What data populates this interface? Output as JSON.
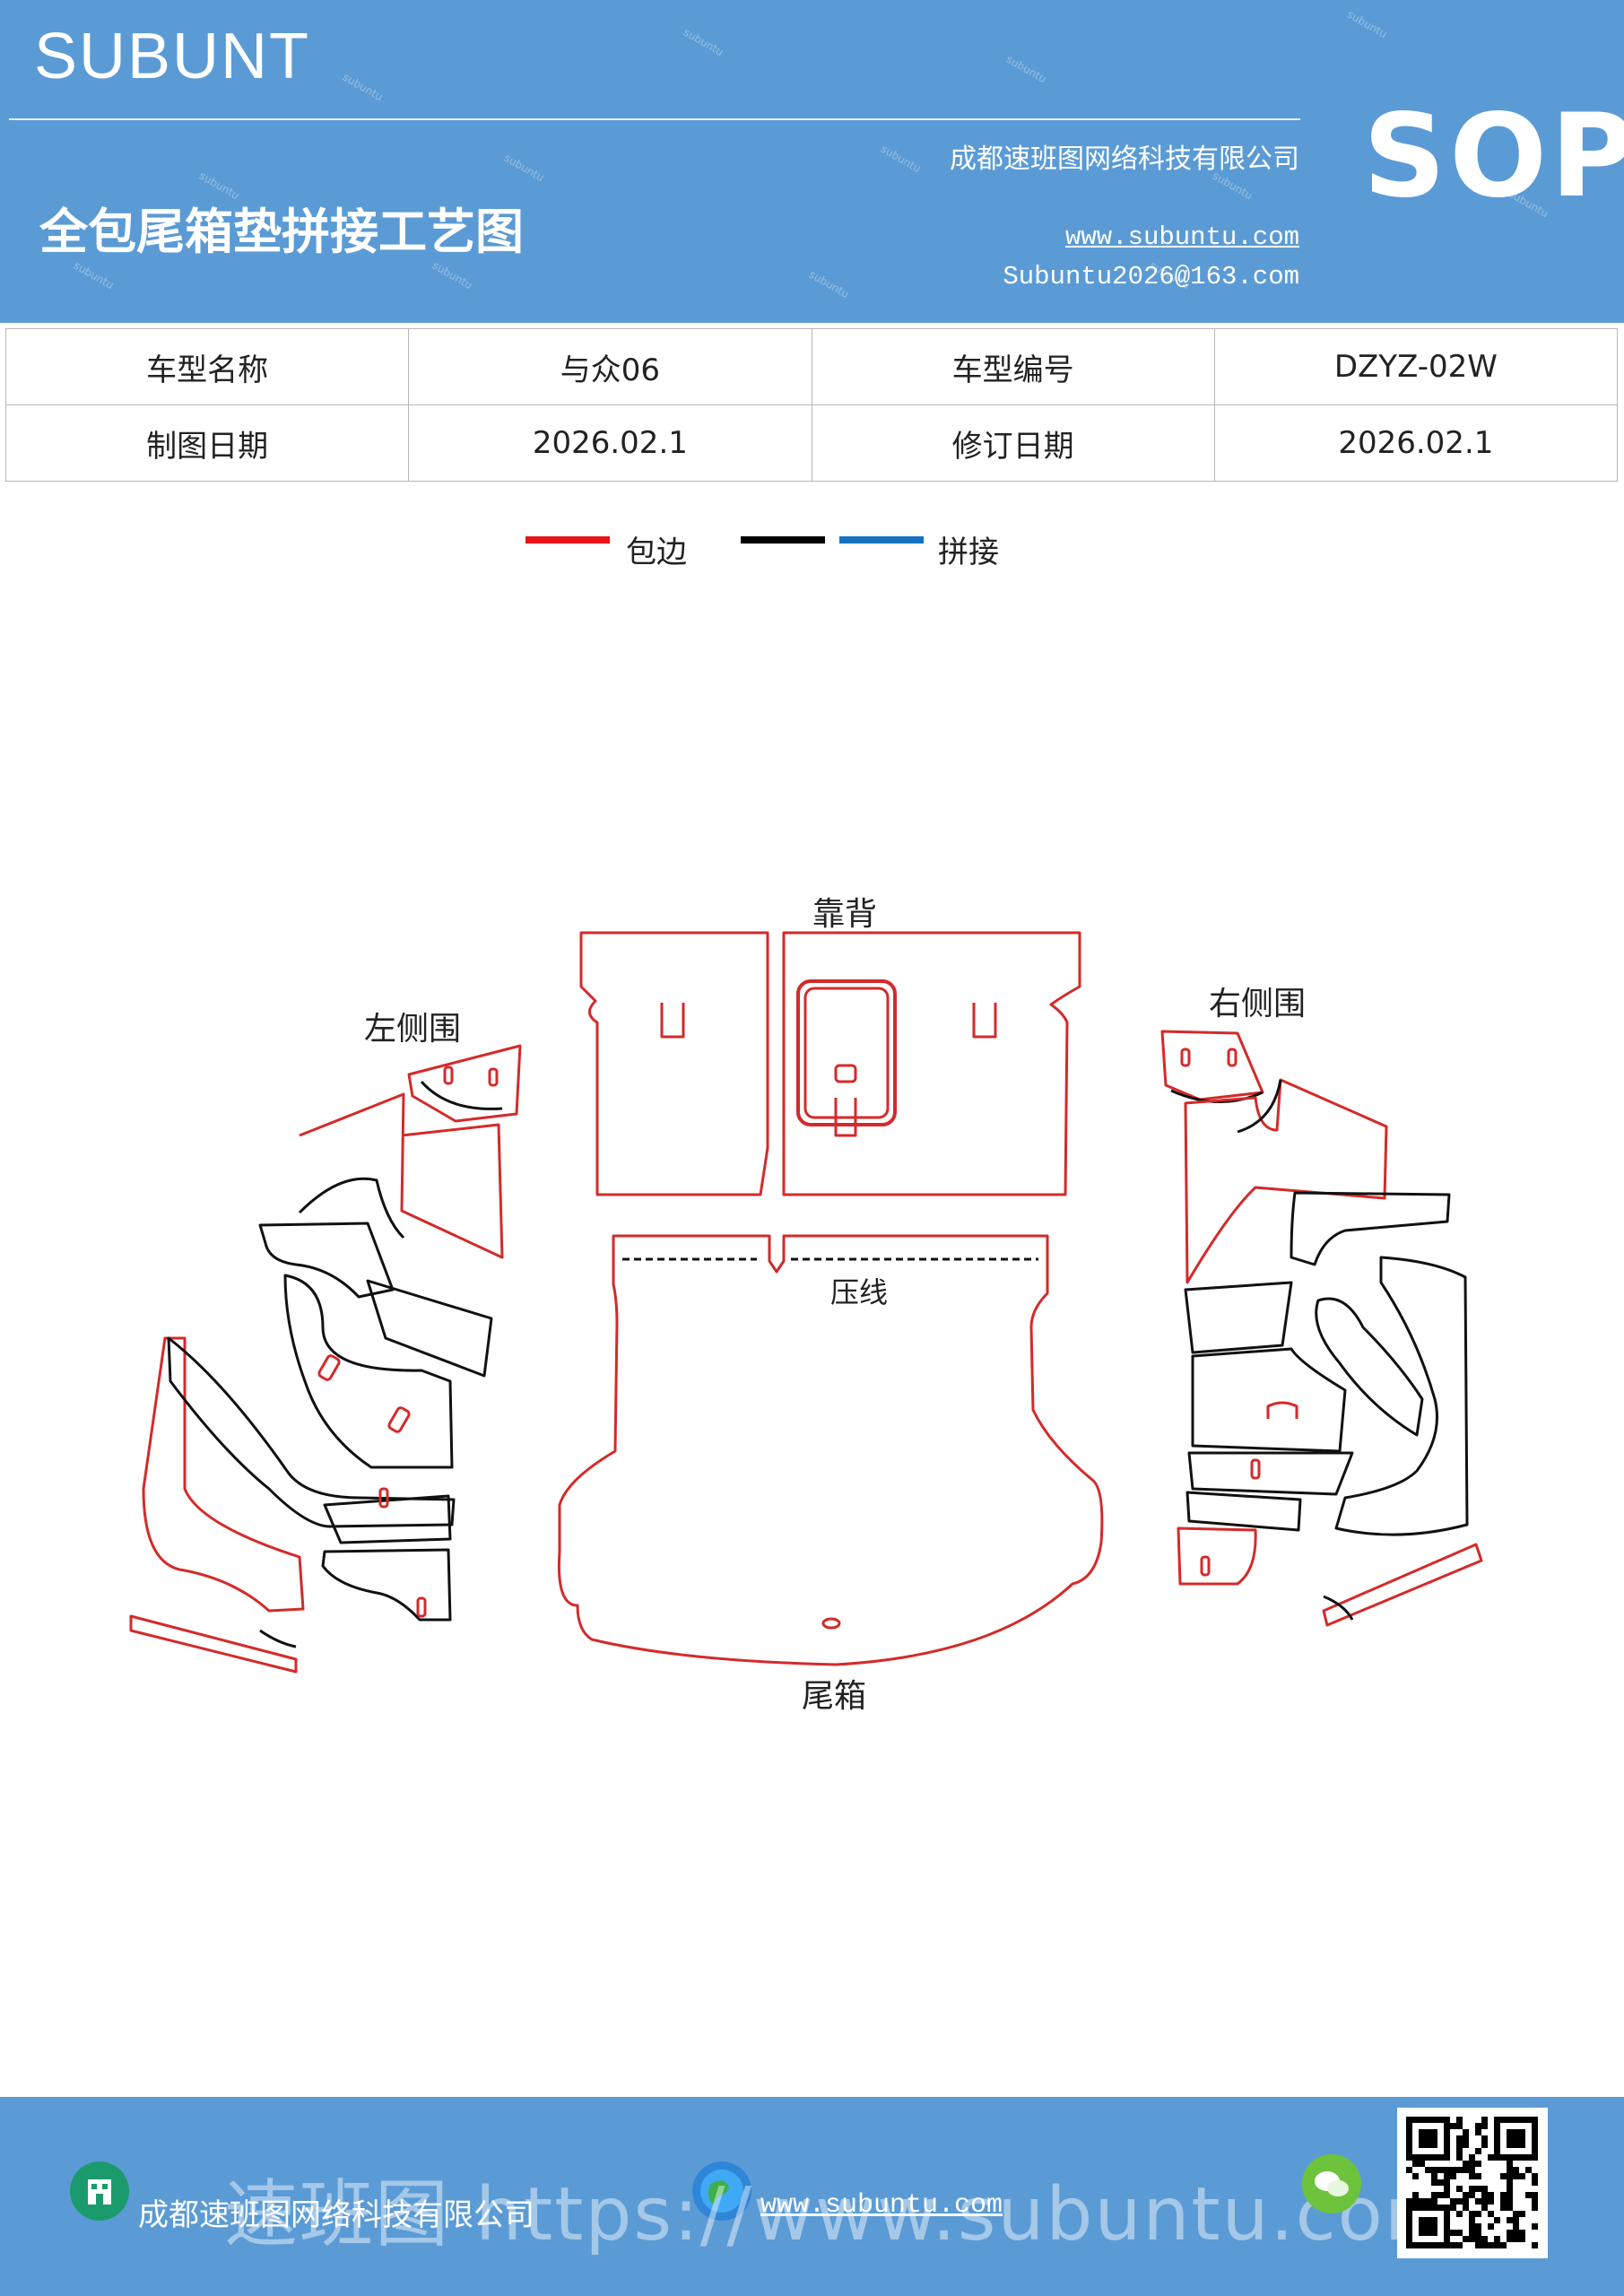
{
  "header": {
    "brand": "SUBUNT",
    "badge": "SOP",
    "title": "全包尾箱垫拼接工艺图",
    "company": "成都速班图网络科技有限公司",
    "website": "www.subuntu.com",
    "email": "Subuntu2026@163.com"
  },
  "info": {
    "row1": [
      "车型名称",
      "与众06",
      "车型编号",
      "DZYZ-02W"
    ],
    "row2": [
      "制图日期",
      "2026.02.1",
      "修订日期",
      "2026.02.1"
    ]
  },
  "legend": {
    "edge_label": "包边",
    "splice_label": "拼接",
    "colors": {
      "edge": "#e8141a",
      "black": "#000000",
      "blue": "#1570c0"
    }
  },
  "diagram": {
    "labels": {
      "backrest": "靠背",
      "left_side": "左侧围",
      "right_side": "右侧围",
      "press_line": "压线",
      "trunk": "尾箱"
    },
    "colors": {
      "outline": "#d42a2a",
      "inner": "#111111"
    }
  },
  "footer": {
    "company": "成都速班图网络科技有限公司",
    "website": "www.subuntu.com",
    "watermark": "速班图 https://www.subuntu.com",
    "watermark_overlay": "subuntu",
    "icons": [
      "building-icon",
      "globe-icon",
      "wechat-icon",
      "qr-code"
    ]
  }
}
